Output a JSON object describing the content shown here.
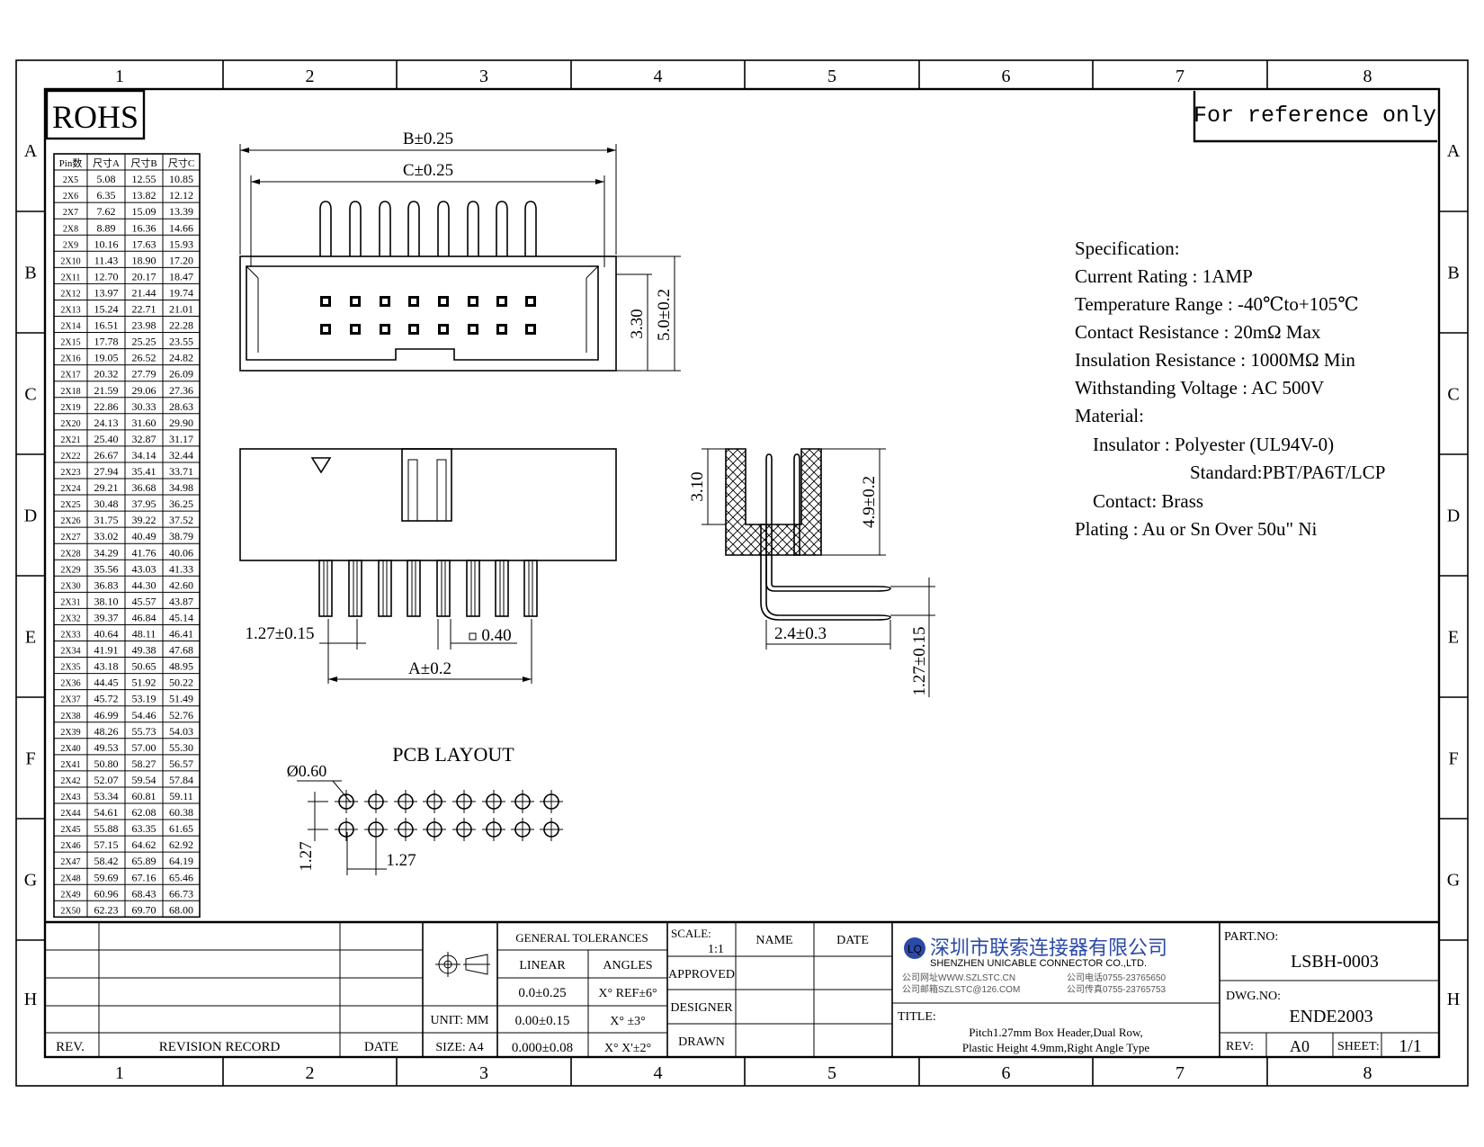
{
  "header": {
    "rohs": "ROHS",
    "reference": "For reference only",
    "col_labels": [
      "1",
      "2",
      "3",
      "4",
      "5",
      "6",
      "7",
      "8"
    ],
    "row_labels": [
      "A",
      "B",
      "C",
      "D",
      "E",
      "F",
      "G",
      "H"
    ]
  },
  "dimension_table": {
    "headers": [
      "Pin数",
      "尺寸A",
      "尺寸B",
      "尺寸C"
    ],
    "rows": [
      [
        "2X5",
        "5.08",
        "12.55",
        "10.85"
      ],
      [
        "2X6",
        "6.35",
        "13.82",
        "12.12"
      ],
      [
        "2X7",
        "7.62",
        "15.09",
        "13.39"
      ],
      [
        "2X8",
        "8.89",
        "16.36",
        "14.66"
      ],
      [
        "2X9",
        "10.16",
        "17.63",
        "15.93"
      ],
      [
        "2X10",
        "11.43",
        "18.90",
        "17.20"
      ],
      [
        "2X11",
        "12.70",
        "20.17",
        "18.47"
      ],
      [
        "2X12",
        "13.97",
        "21.44",
        "19.74"
      ],
      [
        "2X13",
        "15.24",
        "22.71",
        "21.01"
      ],
      [
        "2X14",
        "16.51",
        "23.98",
        "22.28"
      ],
      [
        "2X15",
        "17.78",
        "25.25",
        "23.55"
      ],
      [
        "2X16",
        "19.05",
        "26.52",
        "24.82"
      ],
      [
        "2X17",
        "20.32",
        "27.79",
        "26.09"
      ],
      [
        "2X18",
        "21.59",
        "29.06",
        "27.36"
      ],
      [
        "2X19",
        "22.86",
        "30.33",
        "28.63"
      ],
      [
        "2X20",
        "24.13",
        "31.60",
        "29.90"
      ],
      [
        "2X21",
        "25.40",
        "32.87",
        "31.17"
      ],
      [
        "2X22",
        "26.67",
        "34.14",
        "32.44"
      ],
      [
        "2X23",
        "27.94",
        "35.41",
        "33.71"
      ],
      [
        "2X24",
        "29.21",
        "36.68",
        "34.98"
      ],
      [
        "2X25",
        "30.48",
        "37.95",
        "36.25"
      ],
      [
        "2X26",
        "31.75",
        "39.22",
        "37.52"
      ],
      [
        "2X27",
        "33.02",
        "40.49",
        "38.79"
      ],
      [
        "2X28",
        "34.29",
        "41.76",
        "40.06"
      ],
      [
        "2X29",
        "35.56",
        "43.03",
        "41.33"
      ],
      [
        "2X30",
        "36.83",
        "44.30",
        "42.60"
      ],
      [
        "2X31",
        "38.10",
        "45.57",
        "43.87"
      ],
      [
        "2X32",
        "39.37",
        "46.84",
        "45.14"
      ],
      [
        "2X33",
        "40.64",
        "48.11",
        "46.41"
      ],
      [
        "2X34",
        "41.91",
        "49.38",
        "47.68"
      ],
      [
        "2X35",
        "43.18",
        "50.65",
        "48.95"
      ],
      [
        "2X36",
        "44.45",
        "51.92",
        "50.22"
      ],
      [
        "2X37",
        "45.72",
        "53.19",
        "51.49"
      ],
      [
        "2X38",
        "46.99",
        "54.46",
        "52.76"
      ],
      [
        "2X39",
        "48.26",
        "55.73",
        "54.03"
      ],
      [
        "2X40",
        "49.53",
        "57.00",
        "55.30"
      ],
      [
        "2X41",
        "50.80",
        "58.27",
        "56.57"
      ],
      [
        "2X42",
        "52.07",
        "59.54",
        "57.84"
      ],
      [
        "2X43",
        "53.34",
        "60.81",
        "59.11"
      ],
      [
        "2X44",
        "54.61",
        "62.08",
        "60.38"
      ],
      [
        "2X45",
        "55.88",
        "63.35",
        "61.65"
      ],
      [
        "2X46",
        "57.15",
        "64.62",
        "62.92"
      ],
      [
        "2X47",
        "58.42",
        "65.89",
        "64.19"
      ],
      [
        "2X48",
        "59.69",
        "67.16",
        "65.46"
      ],
      [
        "2X49",
        "60.96",
        "68.43",
        "66.73"
      ],
      [
        "2X50",
        "62.23",
        "69.70",
        "68.00"
      ]
    ]
  },
  "dimensions": {
    "b": "B±0.25",
    "c": "C±0.25",
    "h330": "3.30",
    "h50": "5.0±0.2",
    "pitch": "1.27±0.15",
    "pin": "0.40",
    "a": "A±0.2",
    "h310": "3.10",
    "h49": "4.9±0.2",
    "d24": "2.4±0.3",
    "v127": "1.27±0.15"
  },
  "pcb": {
    "title": "PCB LAYOUT",
    "hole": "Ø0.60",
    "pitch_v": "1.27",
    "pitch_h": "1.27"
  },
  "spec": {
    "lines": [
      "Specification:",
      "Current Rating : 1AMP",
      "Temperature Range : -40℃to+105℃",
      "Contact Resistance : 20mΩ Max",
      "Insulation Resistance : 1000MΩ Min",
      "Withstanding Voltage : AC 500V",
      "Material:",
      "Insulator : Polyester (UL94V-0)",
      "Standard:PBT/PA6T/LCP",
      "Contact: Brass",
      "Plating : Au or Sn Over 50u\" Ni"
    ]
  },
  "title_block": {
    "rev_label": "REV.",
    "revision_record": "REVISION RECORD",
    "date_label": "DATE",
    "general_tol": "GENERAL TOLERANCES",
    "linear": "LINEAR",
    "angles": "ANGLES",
    "tol1": "0.0±0.25",
    "ang1": "X° REF±6°",
    "tol2": "0.00±0.15",
    "ang2": "X° ±3°",
    "tol3": "0.000±0.08",
    "ang3": "X° X'±2°",
    "unit": "UNIT: MM",
    "size": "SIZE: A4",
    "scale_label": "SCALE:",
    "scale_value": "1:1",
    "name": "NAME",
    "date": "DATE",
    "approved": "APPROVED",
    "designer": "DESIGNER",
    "drawn": "DRAWN",
    "company_cn": "深圳市联索连接器有限公司",
    "company_en": "SHENZHEN UNICABLE CONNECTOR CO.,LTD.",
    "web": "公司网址WWW.SZLSTC.CN",
    "email": "公司邮箱SZLSTC@126.COM",
    "tel": "公司电话0755-23765650",
    "fax": "公司传真0755-23765753",
    "logo": "LQ",
    "title_label": "TITLE:",
    "title_line1": "Pitch1.27mm Box Header,Dual Row,",
    "title_line2": "Plastic Height 4.9mm,Right Angle Type",
    "part_label": "PART.NO:",
    "part_no": "LSBH-0003",
    "dwg_label": "DWG.NO:",
    "dwg_no": "ENDE2003",
    "rev2_label": "REV:",
    "rev_value": "A0",
    "sheet_label": "SHEET:",
    "sheet_value": "1/1"
  }
}
